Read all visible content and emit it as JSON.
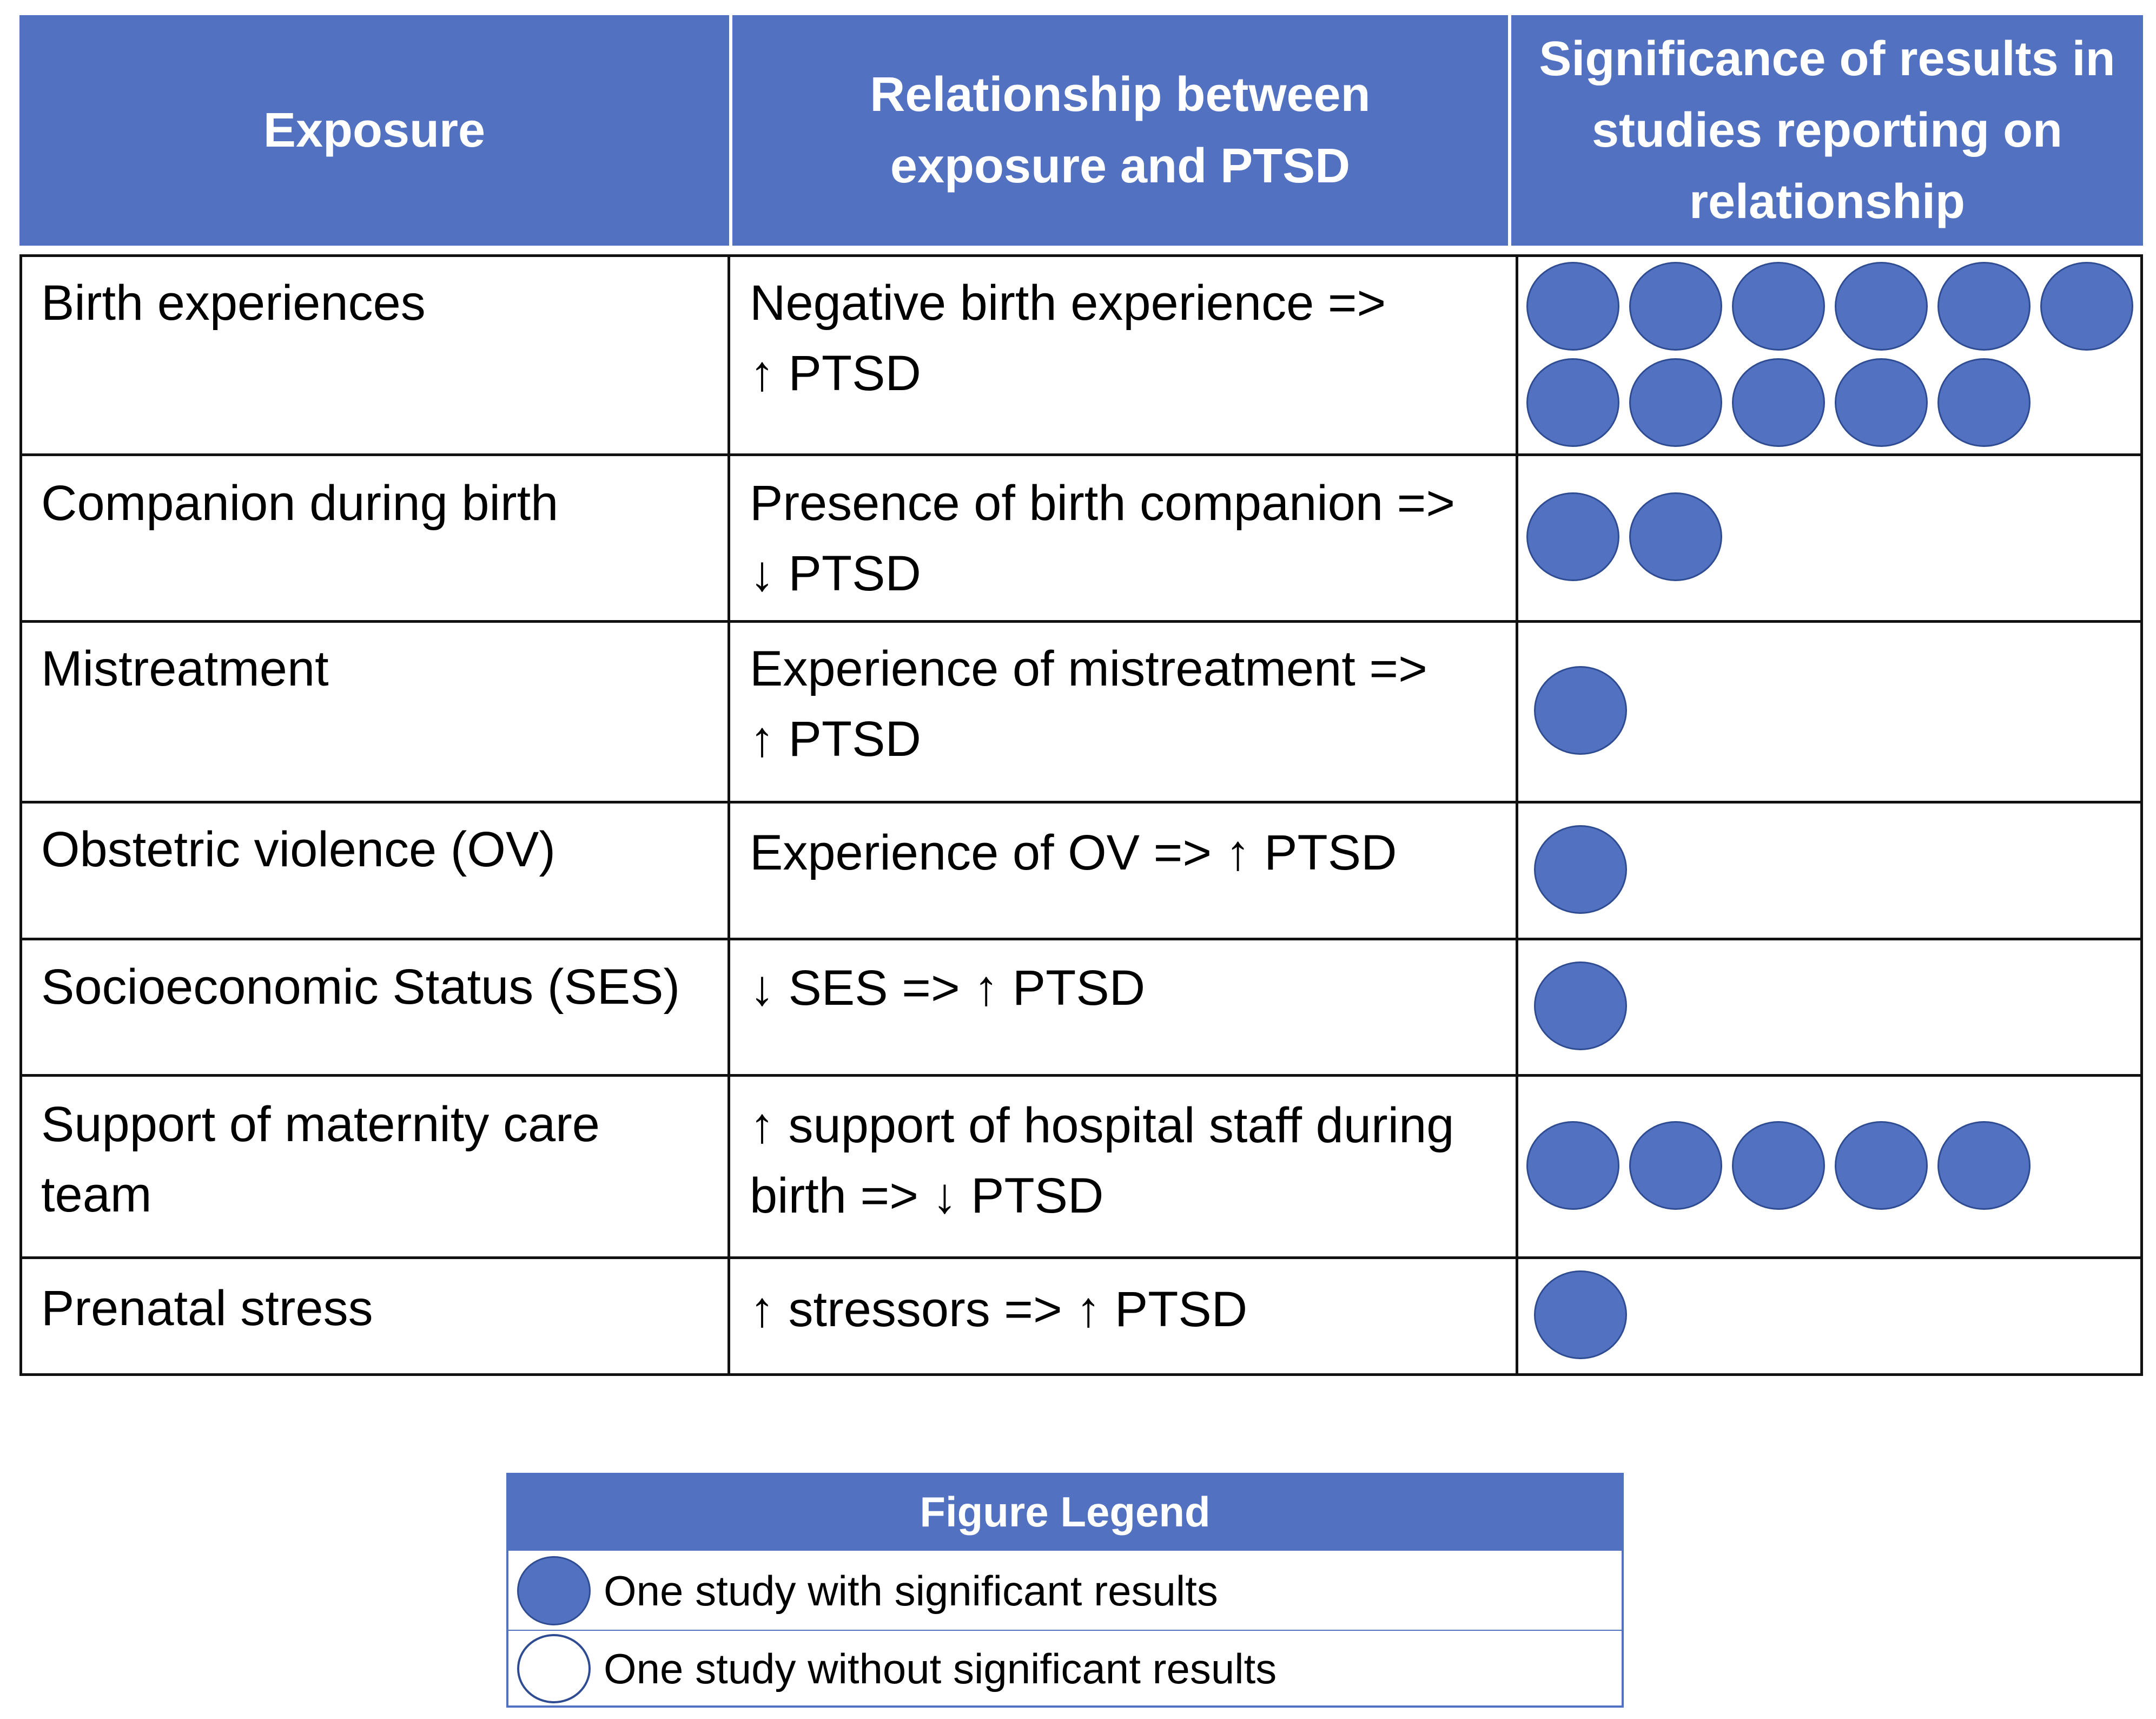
{
  "table": {
    "headers": [
      "Exposure",
      "Relationship between exposure and PTSD",
      "Significance of results in studies reporting on relationship"
    ],
    "rows": [
      {
        "exposure": "Birth experiences",
        "relationship_l1": "Negative birth experience =>",
        "relationship_l2": "↑ PTSD",
        "significant_studies": 11
      },
      {
        "exposure": "Companion during birth",
        "relationship_l1": "Presence of birth companion =>",
        "relationship_l2": "↓ PTSD",
        "significant_studies": 2
      },
      {
        "exposure": "Mistreatment",
        "relationship_l1": "Experience of mistreatment =>",
        "relationship_l2": "↑ PTSD",
        "significant_studies": 1
      },
      {
        "exposure": "Obstetric violence (OV)",
        "relationship_l1": "Experience of OV => ↑ PTSD",
        "relationship_l2": "",
        "significant_studies": 1
      },
      {
        "exposure": "Socioeconomic Status (SES)",
        "relationship_l1": "↓ SES  => ↑ PTSD",
        "relationship_l2": "",
        "significant_studies": 1
      },
      {
        "exposure_l1": "Support of maternity care",
        "exposure_l2": "team",
        "relationship_l1": "↑ support of hospital staff during",
        "relationship_l2": "birth  => ↓ PTSD",
        "significant_studies": 5
      },
      {
        "exposure": "Prenatal stress",
        "relationship_l1": "↑ stressors  => ↑ PTSD",
        "relationship_l2": "",
        "significant_studies": 1
      }
    ]
  },
  "legend": {
    "title": "Figure Legend",
    "items": [
      {
        "label": "One study with significant results",
        "icon": "filled-circle-icon"
      },
      {
        "label": "One study without significant results",
        "icon": "empty-circle-icon"
      }
    ]
  },
  "colors": {
    "header_fill": "#5272c1",
    "dot_fill": "#5272c1",
    "dot_stroke": "#2f4c92"
  }
}
